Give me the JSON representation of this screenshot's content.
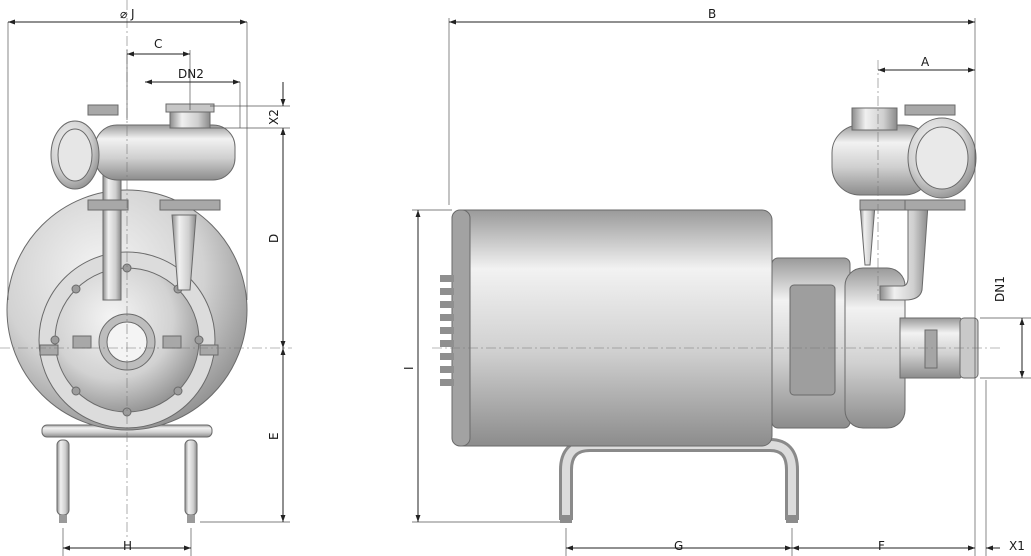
{
  "dimensions": {
    "J": "J",
    "C": "C",
    "DN2": "DN2",
    "X2": "X2",
    "D": "D",
    "E": "E",
    "H": "H",
    "B": "B",
    "A": "A",
    "DN1": "DN1",
    "I": "I",
    "G": "G",
    "F": "F",
    "X1": "X1"
  },
  "symbols": {
    "diameter": "⌀"
  },
  "colors": {
    "metal_light": "#ececec",
    "metal_mid": "#bdbdbd",
    "metal_dark": "#8a8a8a",
    "line": "#222222"
  }
}
